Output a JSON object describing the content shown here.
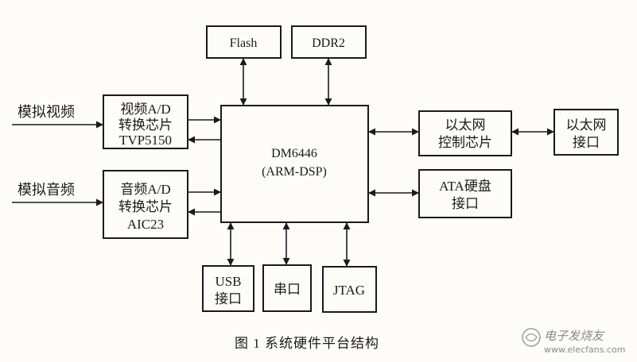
{
  "blocks": {
    "flash": "Flash",
    "ddr2": "DDR2",
    "dsp": [
      "DM6446",
      "(ARM-DSP)"
    ],
    "video_ad": [
      "视频A/D",
      "转换芯片",
      "TVP5150"
    ],
    "audio_ad": [
      "音频A/D",
      "转换芯片",
      "AIC23"
    ],
    "eth_ctrl": [
      "以太网",
      "控制芯片"
    ],
    "eth_port": [
      "以太网",
      "接口"
    ],
    "ata": [
      "ATA硬盘",
      "接口"
    ],
    "usb": [
      "USB",
      "接口"
    ],
    "serial": "串口",
    "jtag": "JTAG"
  },
  "inputs": {
    "video": "模拟视频",
    "audio": "模拟音频"
  },
  "caption": "图 1   系统硬件平台结构",
  "watermark": {
    "brand": "电子发烧友",
    "url": "www.elecfans.com"
  }
}
